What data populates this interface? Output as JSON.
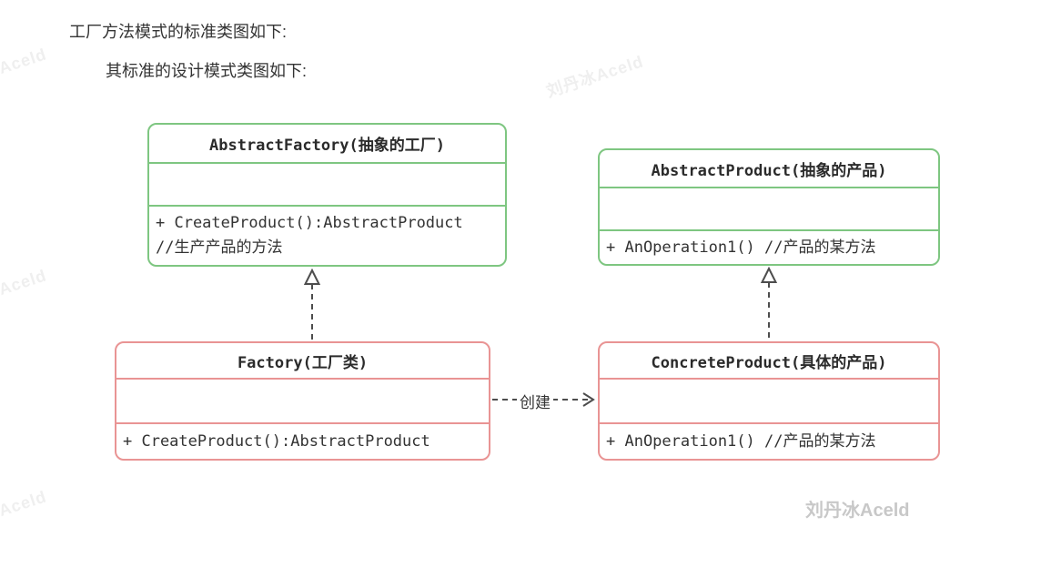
{
  "page": {
    "heading_line1": "工厂方法模式的标准类图如下:",
    "heading_line2": "其标准的设计模式类图如下:"
  },
  "diagram": {
    "classes": [
      {
        "name": "AbstractFactory",
        "title": "AbstractFactory(抽象的工厂)",
        "method_line1": "+ CreateProduct():AbstractProduct",
        "method_line2": "//生产产品的方法",
        "border_color": "#7ec681",
        "stereotype": "abstract"
      },
      {
        "name": "AbstractProduct",
        "title": "AbstractProduct(抽象的产品)",
        "method_line1": "+ AnOperation1() //产品的某方法",
        "border_color": "#7ec681",
        "stereotype": "abstract"
      },
      {
        "name": "Factory",
        "title": "Factory(工厂类)",
        "method_line1": "+ CreateProduct():AbstractProduct",
        "border_color": "#e99494",
        "stereotype": "concrete"
      },
      {
        "name": "ConcreteProduct",
        "title": "ConcreteProduct(具体的产品)",
        "method_line1": "+ AnOperation1() //产品的某方法",
        "border_color": "#e99494",
        "stereotype": "concrete"
      }
    ],
    "relations": [
      {
        "from": "Factory",
        "to": "AbstractFactory",
        "type": "realization",
        "style": "dashed-hollow-triangle"
      },
      {
        "from": "ConcreteProduct",
        "to": "AbstractProduct",
        "type": "realization",
        "style": "dashed-hollow-triangle"
      },
      {
        "from": "Factory",
        "to": "ConcreteProduct",
        "type": "dependency",
        "style": "dashed-open-arrow",
        "label": "创建"
      }
    ],
    "dependency_label": "创建"
  },
  "watermarks": {
    "author": "刘丹冰Aceld",
    "solid_color": "#c8c8c8",
    "faint_color": "#efefef"
  },
  "colors": {
    "abstract_class_border": "#7ec681",
    "concrete_class_border": "#e99494",
    "arrow": "#4d4d4d",
    "text": "#333333"
  }
}
